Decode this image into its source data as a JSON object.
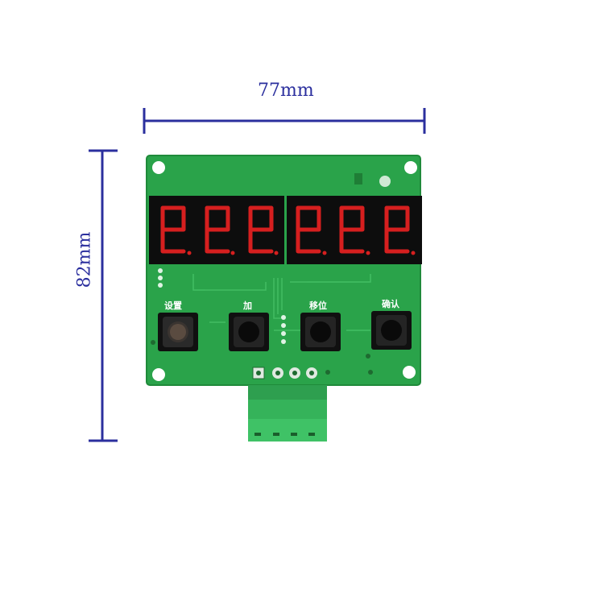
{
  "dimensions": {
    "width_label": "77mm",
    "height_label": "82mm"
  },
  "board": {
    "buttons": [
      {
        "label": "设置"
      },
      {
        "label": "加"
      },
      {
        "label": "移位"
      },
      {
        "label": "确认"
      }
    ]
  },
  "colors": {
    "dimension_line": "#2b2f9e",
    "pcb_green": "#2aa34a",
    "display_red": "#e61e1e",
    "terminal_green": "#35b35a"
  }
}
